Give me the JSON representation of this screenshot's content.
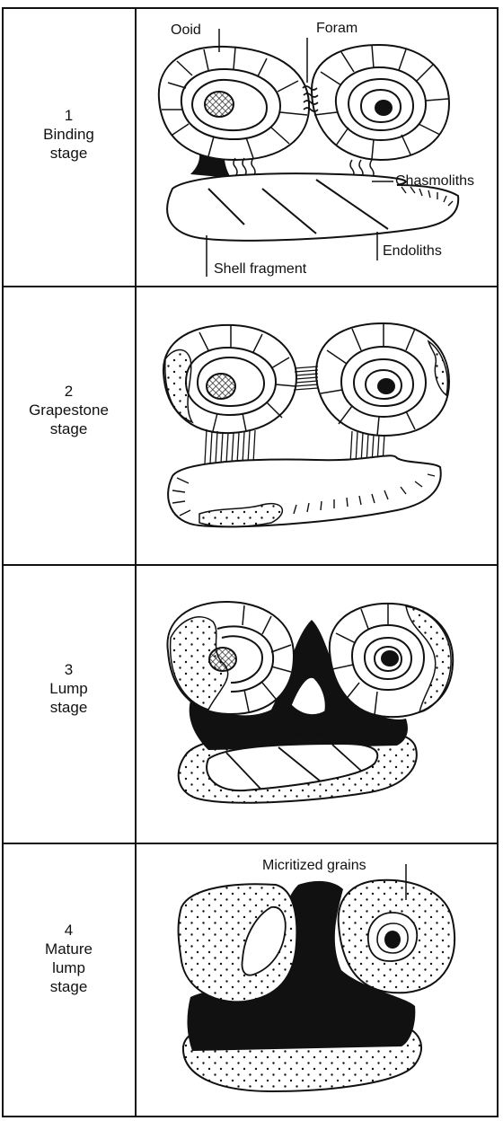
{
  "stages": [
    {
      "number": "1",
      "name_lines": [
        "Binding",
        "stage"
      ]
    },
    {
      "number": "2",
      "name_lines": [
        "Grapestone",
        "stage"
      ]
    },
    {
      "number": "3",
      "name_lines": [
        "Lump",
        "stage"
      ]
    },
    {
      "number": "4",
      "name_lines": [
        "Mature",
        "lump",
        "stage"
      ]
    }
  ],
  "labels": {
    "ooid": "Ooid",
    "foram": "Foram",
    "chasmoliths": "Chasmoliths",
    "endoliths": "Endoliths",
    "shell_fragment": "Shell fragment",
    "micritized_grains": "Micritized grains"
  }
}
